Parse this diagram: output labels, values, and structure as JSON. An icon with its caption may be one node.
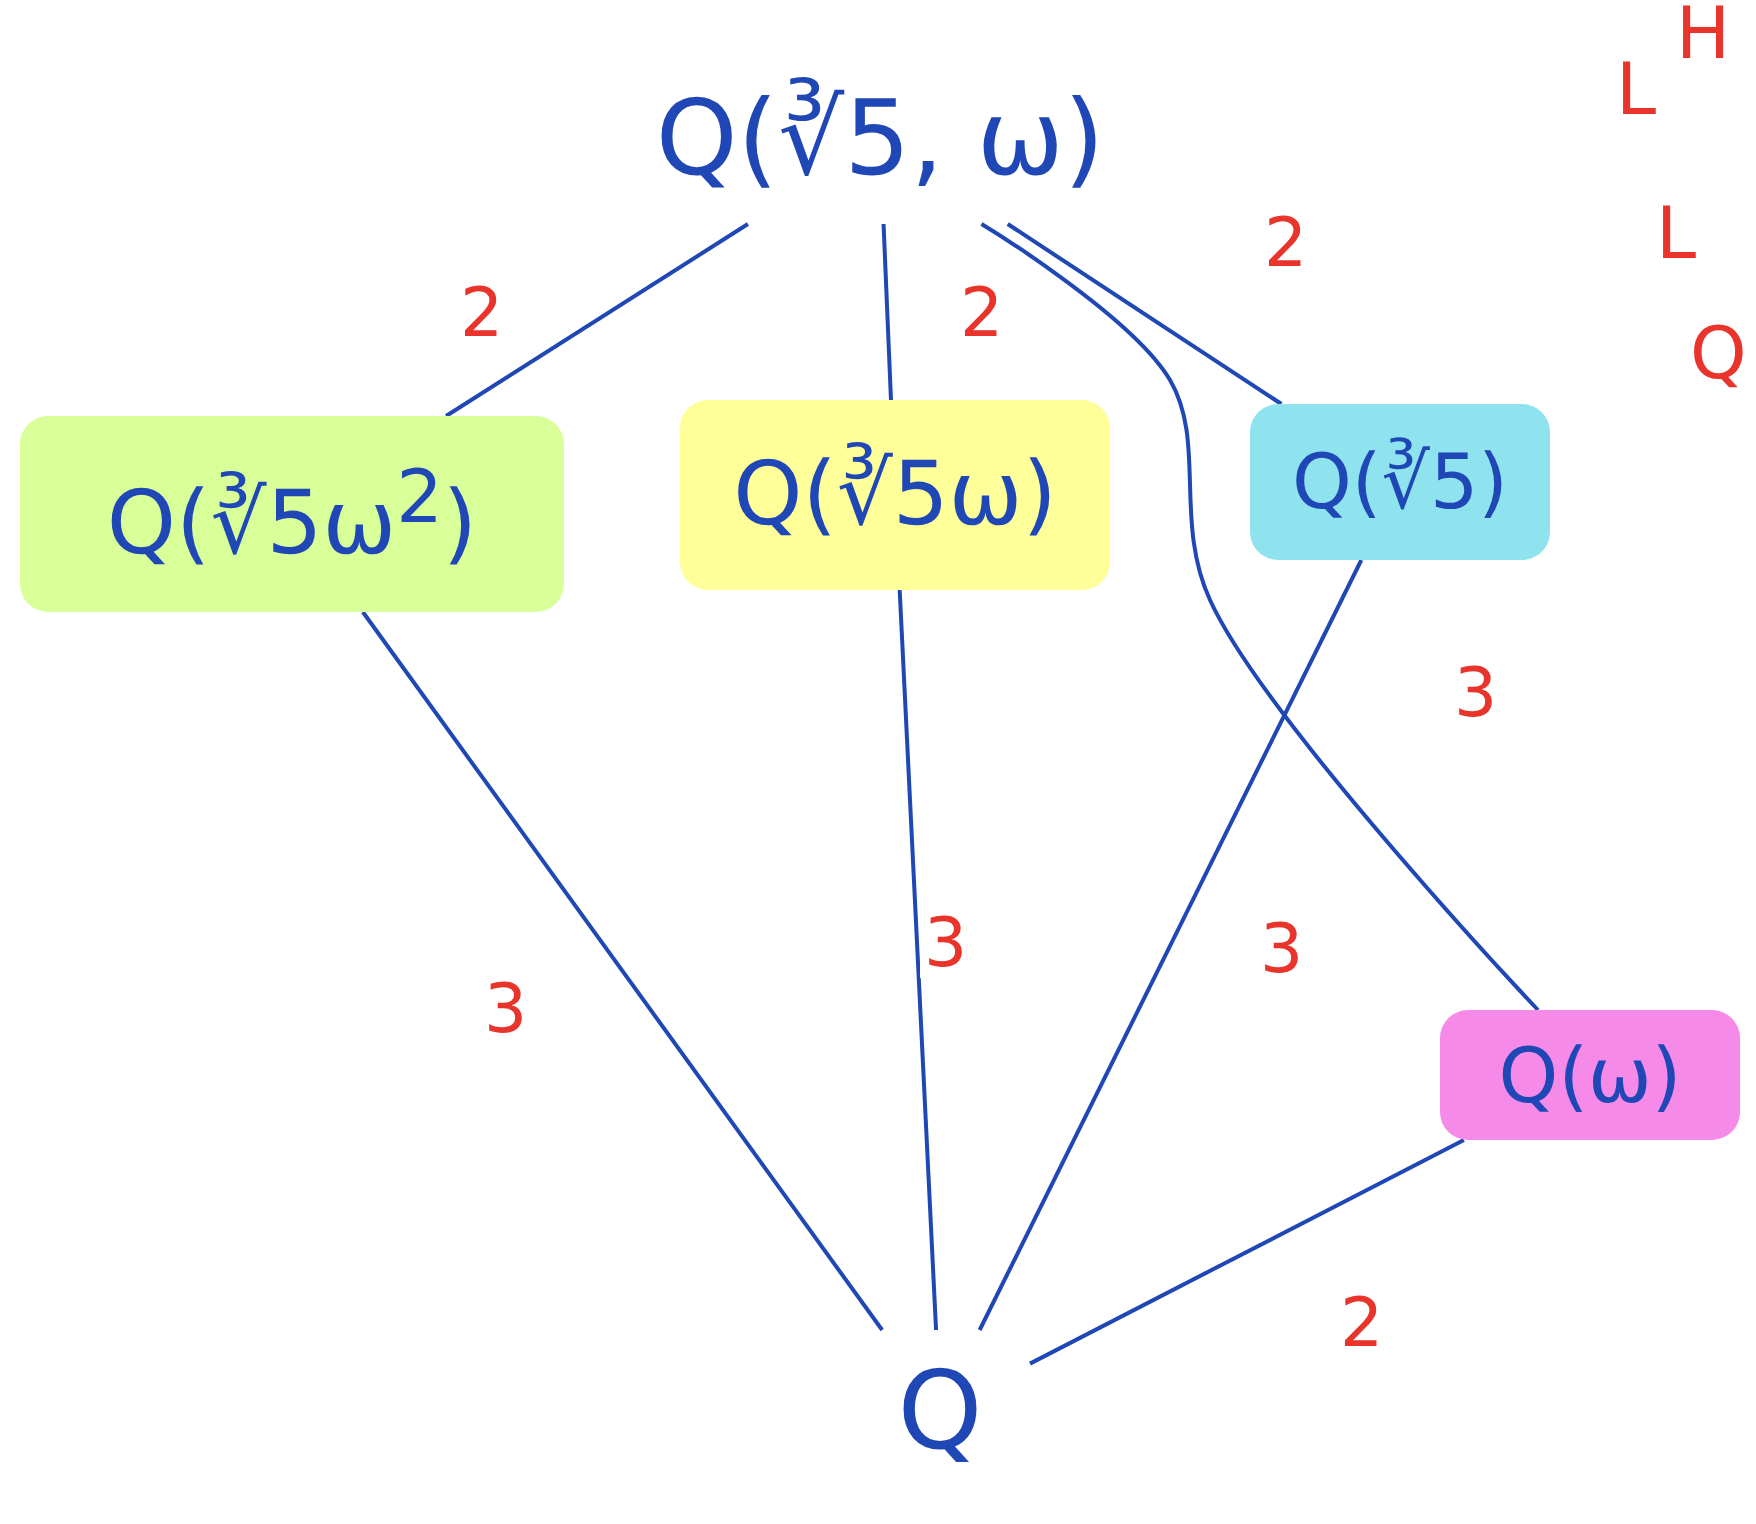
{
  "diagram": {
    "nodes": [
      {
        "text": [
          "Q(∛5, ω)"
        ]
      },
      {
        "text": [
          "Q(∛5ω$^{2}$)"
        ]
      },
      {
        "text": [
          "Q(∛5ω)"
        ]
      },
      {
        "text": [
          "Q(∛5)"
        ]
      },
      {
        "text": [
          "Q(ω)"
        ]
      },
      {
        "text": [
          "Q"
        ]
      }
    ],
    "edges": [
      {
        "from": 0,
        "to": 1,
        "arrow": "none",
        "label": "2"
      },
      {
        "from": 0,
        "to": 2,
        "arrow": "none",
        "label": "2"
      },
      {
        "from": 0,
        "to": 3,
        "arrow": "none",
        "label": "2"
      },
      {
        "from": 0,
        "to": 4,
        "arrow": "none",
        "label": "3"
      },
      {
        "from": 1,
        "to": 5,
        "arrow": "none",
        "label": "3"
      },
      {
        "from": 2,
        "to": 5,
        "arrow": "none",
        "label": "3"
      },
      {
        "from": 3,
        "to": 5,
        "arrow": "none",
        "label": "3"
      },
      {
        "from": 4,
        "to": 5,
        "arrow": "none",
        "label": "2"
      }
    ],
    "labels": [
      "H",
      "L",
      "L",
      "Q"
    ]
  }
}
